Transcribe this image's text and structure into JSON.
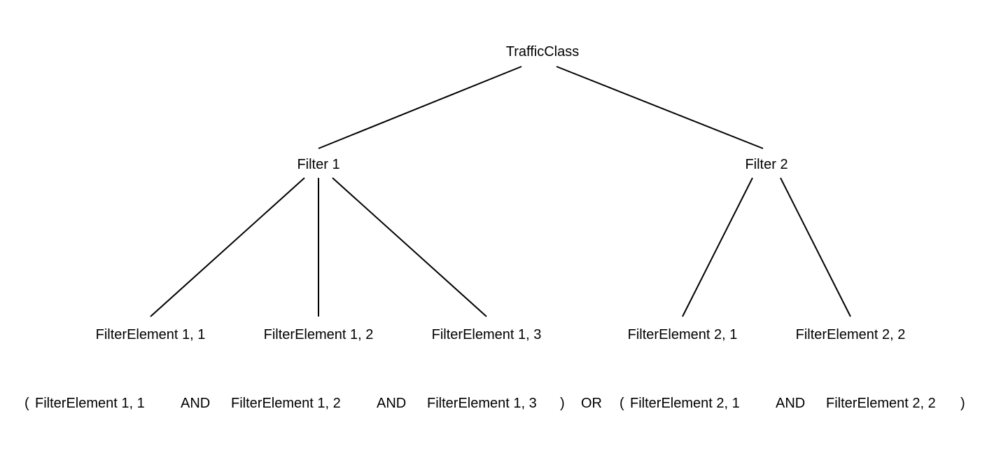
{
  "diagram": {
    "root": "TrafficClass",
    "filters": [
      {
        "label": "Filter 1",
        "elements": [
          "FilterElement 1, 1",
          "FilterElement 1, 2",
          "FilterElement 1, 3"
        ]
      },
      {
        "label": "Filter 2",
        "elements": [
          "FilterElement 2, 1",
          "FilterElement 2, 2"
        ]
      }
    ]
  },
  "expression": {
    "open_paren_1": "(",
    "term_1_1": "FilterElement 1, 1",
    "and_1": "AND",
    "term_1_2": "FilterElement 1, 2",
    "and_2": "AND",
    "term_1_3": "FilterElement 1, 3",
    "close_paren_1": ")",
    "or": "OR",
    "open_paren_2": "(",
    "term_2_1": "FilterElement 2, 1",
    "and_3": "AND",
    "term_2_2": "FilterElement 2, 2",
    "close_paren_2": ")"
  },
  "colors": {
    "line": "#000000",
    "text": "#000000",
    "background": "#ffffff"
  }
}
